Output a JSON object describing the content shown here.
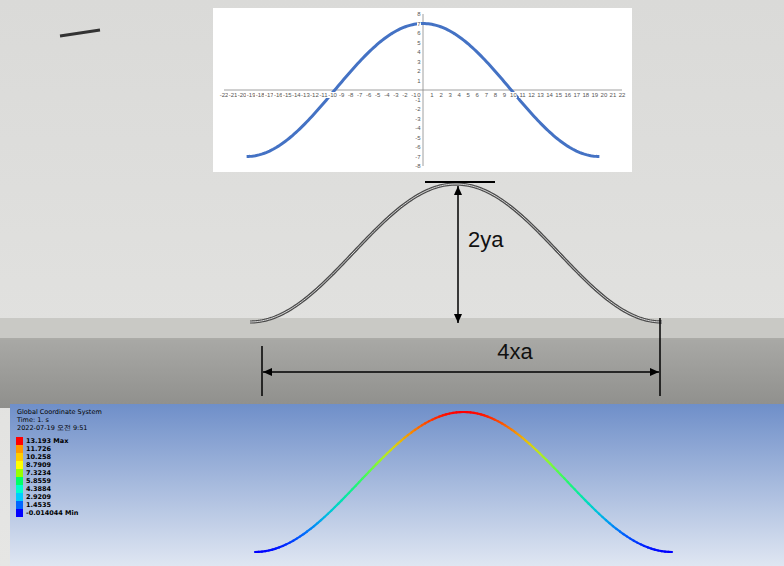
{
  "diagram": {
    "labels": [
      "8",
      "7",
      "6",
      "5",
      "4",
      "3",
      "2",
      "1",
      "-1",
      "-2",
      "-3",
      "-4",
      "-5",
      "-6",
      "-7",
      "-8",
      "-22",
      "-21",
      "-20",
      "-19",
      "-18",
      "-17",
      "-16",
      "-15",
      "-14",
      "-13",
      "-12",
      "-11",
      "-10",
      "-9",
      "-8",
      "-7",
      "-6",
      "-5",
      "-4",
      "-3",
      "-2",
      "-1",
      "0",
      "1",
      "2",
      "3",
      "4",
      "5",
      "6",
      "7",
      "8",
      "9",
      "10",
      "11",
      "12",
      "13",
      "14",
      "15",
      "16",
      "17",
      "18",
      "19",
      "20",
      "21",
      "22",
      "2ya",
      "4xa",
      "Global Coordinate System",
      "Time: 1. s",
      "2022-07-19 오전 9:51"
    ],
    "legend": [
      {
        "text": "13.193 Max",
        "color": "#ff0000"
      },
      {
        "text": "11.726",
        "color": "#ff9900"
      },
      {
        "text": "10.258",
        "color": "#ffcc00"
      },
      {
        "text": "8.7909",
        "color": "#ffff00"
      },
      {
        "text": "7.3234",
        "color": "#99ff00"
      },
      {
        "text": "5.8559",
        "color": "#00ff66"
      },
      {
        "text": "4.3884",
        "color": "#00ffcc"
      },
      {
        "text": "2.9209",
        "color": "#00ccff"
      },
      {
        "text": "1.4535",
        "color": "#0066ff"
      },
      {
        "text": "-0.014044 Min",
        "color": "#0000ff"
      }
    ]
  }
}
